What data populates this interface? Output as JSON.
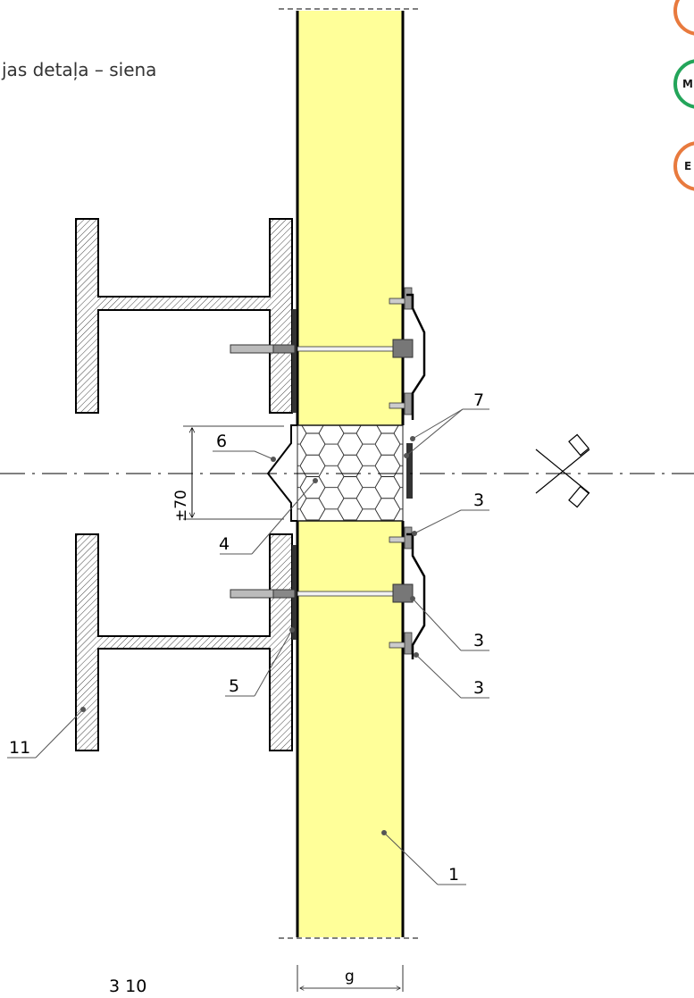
{
  "title": "jas detaļa – siena",
  "badges": [
    {
      "letter": "",
      "color": "#E87A3E"
    },
    {
      "letter": "M",
      "color": "#23A55A"
    },
    {
      "letter": "E",
      "color": "#E87A3E"
    }
  ],
  "callouts": {
    "c1": "1",
    "c3a": "3",
    "c3b": "3",
    "c3c": "3",
    "c4": "4",
    "c5": "5",
    "c6": "6",
    "c7": "7",
    "c11": "11"
  },
  "dimensions": {
    "joint_offset": "±70",
    "panel_thickness": "g",
    "bottom_left": "3  10"
  },
  "colors": {
    "insulation": "#FFFF99",
    "insulation_stroke": "#333333",
    "steel_hatch": "#333333",
    "line": "#000000",
    "callout_line": "#555555"
  }
}
